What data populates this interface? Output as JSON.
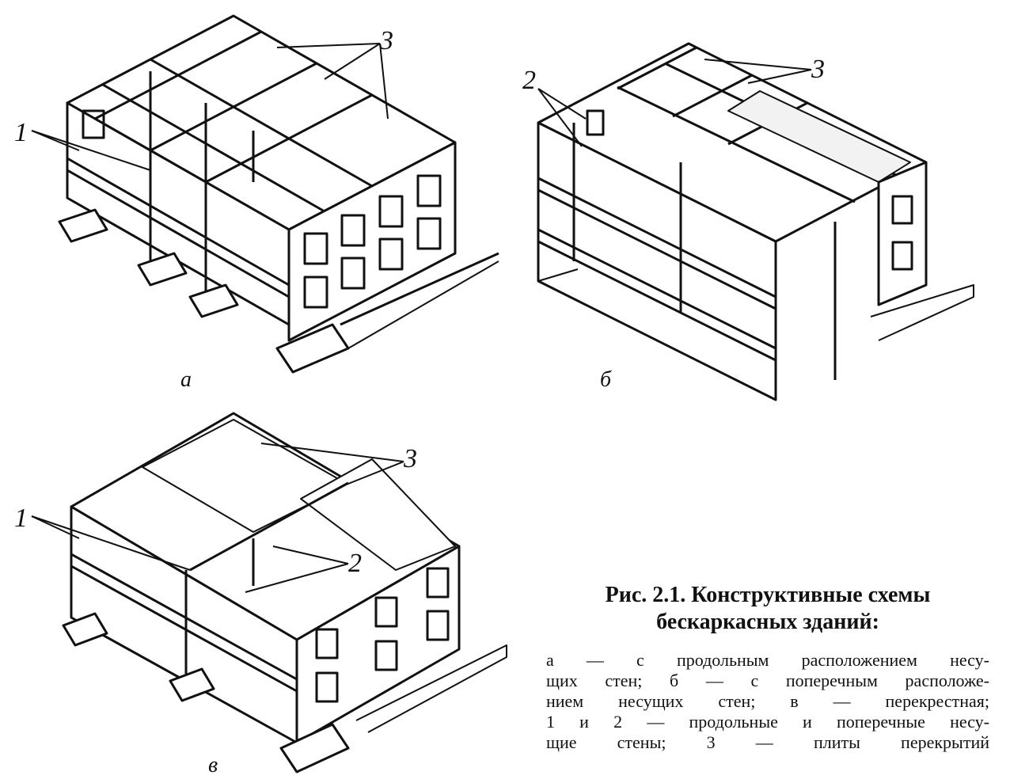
{
  "figure": {
    "labels": {
      "a_one": "1",
      "a_three": "3",
      "b_two": "2",
      "b_three": "3",
      "c_one": "1",
      "c_two": "2",
      "c_three": "3"
    },
    "sub_captions": {
      "a": "а",
      "b": "б",
      "c": "в"
    }
  },
  "caption": {
    "title_line1": "Рис. 2.1. Конструктивные схемы",
    "title_line2": "бескаркасных зданий:",
    "text_lines": [
      "а — с продольным расположением несу-",
      "щих стен; б — с поперечным расположе-",
      "нием несущих стен; в — перекрестная;",
      "1 и 2 — продольные и поперечные несу-",
      "щие стены; 3 — плиты перекрытий"
    ]
  }
}
